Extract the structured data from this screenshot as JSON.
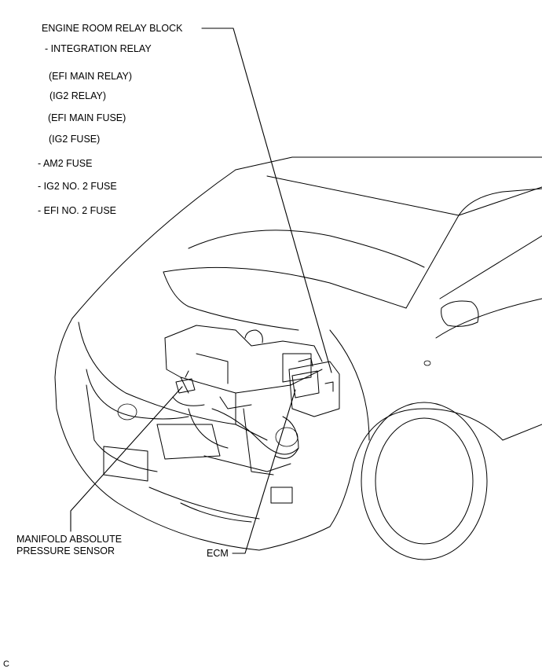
{
  "labels": {
    "relay_block": "ENGINE ROOM RELAY BLOCK",
    "integration_relay": "- INTEGRATION RELAY",
    "efi_main_relay": "(EFI MAIN RELAY)",
    "ig2_relay": "(IG2 RELAY)",
    "efi_main_fuse": "(EFI MAIN FUSE)",
    "ig2_fuse": "(IG2 FUSE)",
    "am2_fuse": "-  AM2 FUSE",
    "ig2_no2_fuse": "-  IG2 NO. 2 FUSE",
    "efi_no2_fuse": "-  EFI NO. 2 FUSE",
    "map_sensor_line1": "MANIFOLD ABSOLUTE",
    "map_sensor_line2": "PRESSURE SENSOR",
    "ecm": "ECM",
    "figure_code": "C"
  }
}
